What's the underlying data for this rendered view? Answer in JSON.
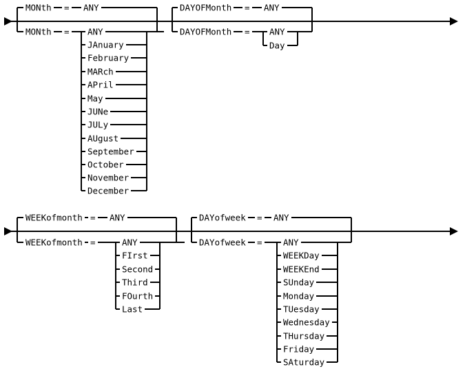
{
  "diagram": {
    "type": "railroad-syntax-diagram",
    "title": "",
    "line_color": "#000000",
    "background_color": "#ffffff",
    "text_color": "#000000",
    "start_marker": "right-triangle-arrow",
    "end_marker": "right-triangle-arrow",
    "groups": [
      {
        "id": "month",
        "keyword_top": "MONth",
        "equals_top": "=",
        "value_top": "ANY",
        "keyword_bottom": "MONth",
        "equals_bottom": "=",
        "options": [
          "ANY",
          "JAnuary",
          "February",
          "MARch",
          "APril",
          "May",
          "JUNe",
          "JULy",
          "AUgust",
          "September",
          "October",
          "November",
          "December"
        ]
      },
      {
        "id": "dayofmonth",
        "keyword_top": "DAYOFMonth",
        "equals_top": "=",
        "value_top": "ANY",
        "keyword_bottom": "DAYOFMonth",
        "equals_bottom": "=",
        "options": [
          "ANY",
          "Day"
        ]
      },
      {
        "id": "weekofmonth",
        "keyword_top": "WEEKofmonth",
        "equals_top": "=",
        "value_top": "ANY",
        "keyword_bottom": "WEEKofmonth",
        "equals_bottom": "=",
        "options": [
          "ANY",
          "FIrst",
          "Second",
          "Third",
          "FOurth",
          "Last"
        ]
      },
      {
        "id": "dayofweek",
        "keyword_top": "DAYofweek",
        "equals_top": "=",
        "value_top": "ANY",
        "keyword_bottom": "DAYofweek",
        "equals_bottom": "=",
        "options": [
          "ANY",
          "WEEKDay",
          "WEEKEnd",
          "SUnday",
          "Monday",
          "TUesday",
          "Wednesday",
          "THursday",
          "Friday",
          "SAturday"
        ]
      }
    ]
  }
}
